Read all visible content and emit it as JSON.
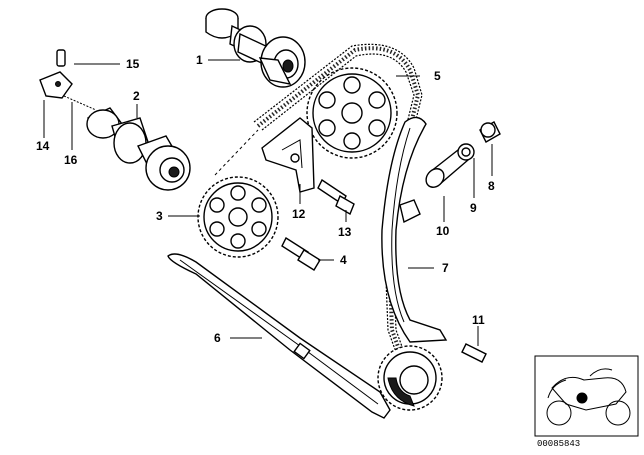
{
  "diagram": {
    "callouts": [
      {
        "id": "1",
        "label": "1"
      },
      {
        "id": "2",
        "label": "2"
      },
      {
        "id": "3",
        "label": "3"
      },
      {
        "id": "4",
        "label": "4"
      },
      {
        "id": "5",
        "label": "5"
      },
      {
        "id": "6",
        "label": "6"
      },
      {
        "id": "7",
        "label": "7"
      },
      {
        "id": "8",
        "label": "8"
      },
      {
        "id": "9",
        "label": "9"
      },
      {
        "id": "10",
        "label": "10"
      },
      {
        "id": "11",
        "label": "11"
      },
      {
        "id": "12",
        "label": "12"
      },
      {
        "id": "13",
        "label": "13"
      },
      {
        "id": "14",
        "label": "14"
      },
      {
        "id": "15",
        "label": "15"
      },
      {
        "id": "16",
        "label": "16"
      }
    ],
    "image_code": "00085843"
  }
}
